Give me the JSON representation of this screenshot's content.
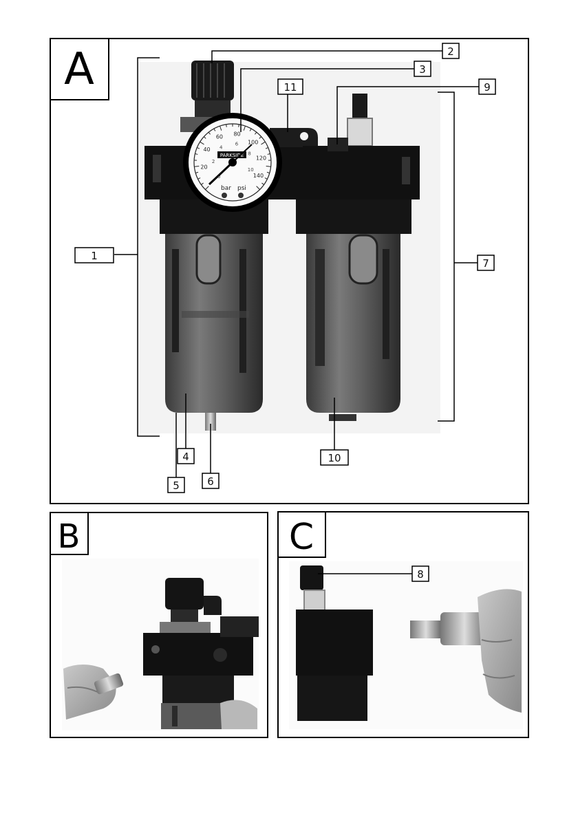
{
  "panels": [
    {
      "letter": "A"
    },
    {
      "letter": "B"
    },
    {
      "letter": "C"
    }
  ],
  "callouts": [
    "1",
    "2",
    "3",
    "4",
    "5",
    "6",
    "7",
    "8",
    "9",
    "10",
    "11"
  ],
  "gauge": {
    "brand": "PARKSIDE",
    "unit_bar": "bar",
    "unit_psi": "psi",
    "outer_scale": [
      "20",
      "40",
      "60",
      "80",
      "100",
      "120",
      "140"
    ],
    "inner_scale": [
      "0",
      "2",
      "4",
      "6",
      "8",
      "10"
    ]
  }
}
